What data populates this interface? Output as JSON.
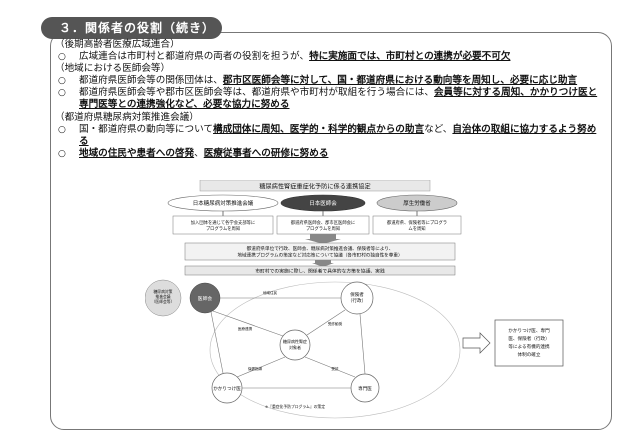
{
  "header": {
    "title": "３．関係者の役割（続き）"
  },
  "sections": [
    {
      "heading": "（後期高齢者医療広域連合）",
      "items": [
        {
          "bullet": "○",
          "parts": [
            {
              "t": "広域連合は市町村と都道府県の両者の役割を担うが、",
              "b": false
            },
            {
              "t": "特に実施面では、市町村との連携が必要不可欠",
              "b": true
            }
          ]
        }
      ]
    },
    {
      "heading": "（地域における医師会等）",
      "items": [
        {
          "bullet": "○",
          "parts": [
            {
              "t": "都道府県医師会等の関係団体は、",
              "b": false
            },
            {
              "t": "郡市区医師会等に対して、国・都道府県における動向等を周知し、必要に応じ助言",
              "b": true
            }
          ]
        },
        {
          "bullet": "○",
          "parts": [
            {
              "t": "都道府県医師会等や郡市区医師会等は、都道府県や市町村が取組を行う場合には、",
              "b": false
            },
            {
              "t": "会員等に対する周知、かかりつけ医と専門医等との連携強化など、必要な協力に努める",
              "b": true
            }
          ]
        }
      ]
    },
    {
      "heading": "（都道府県糖尿病対策推進会議）",
      "items": [
        {
          "bullet": "○",
          "parts": [
            {
              "t": "国・都道府県の動向等について",
              "b": false
            },
            {
              "t": "構成団体に周知、医学的・科学的観点からの助言",
              "b": true
            },
            {
              "t": "など、",
              "b": false
            },
            {
              "t": "自治体の取組に協力するよう努める",
              "b": true
            }
          ]
        },
        {
          "bullet": "○",
          "parts": [
            {
              "t": "地域の住民や患者への啓発",
              "b": true
            },
            {
              "t": "、",
              "b": false
            },
            {
              "t": "医療従事者への研修に努める",
              "b": true
            }
          ]
        }
      ]
    }
  ],
  "diagram": {
    "title": "糖尿病性腎症重症化予防に係る連携協定",
    "orgs": [
      "日本糖尿病対策推進会議",
      "日本医師会",
      "厚生労働省"
    ],
    "support": [
      "加入団体を通じて各学会支部等にプログラムを周知",
      "都道府県医師会、郡市区医師会にプログラムを周知",
      "都道府県、保険者等にプログラムを周知"
    ],
    "prefecture_box": [
      "都道府県単位で行政、医師会、糖尿病対策推進会議、保険者等により、",
      "地域連携プログラムの策定など対応策について協議（各市町村の独自性を尊重）"
    ],
    "municipal_box": "市町村での実施に際し、関係者で具体的な方策を協議、実践",
    "nodes": {
      "cluster": [
        "糖尿病対策",
        "推進会議",
        "（医師会等）"
      ],
      "medassoc": "医師会",
      "insurer": [
        "保険者",
        "（行政）"
      ],
      "center": [
        "糖尿病性腎症",
        "対象者"
      ],
      "gp": "かかりつけ医",
      "specialist": "専門医"
    },
    "labels": {
      "l1": "地域住民",
      "l2": "医療連携",
      "l3": "受診勧奨",
      "l4": "保健指導",
      "l5": "受診"
    },
    "caption": "※『重症化予防プログラム』の策定",
    "result": "かかりつけ医、専門医、保険者（行政）等による有機的連携体制の確立"
  }
}
